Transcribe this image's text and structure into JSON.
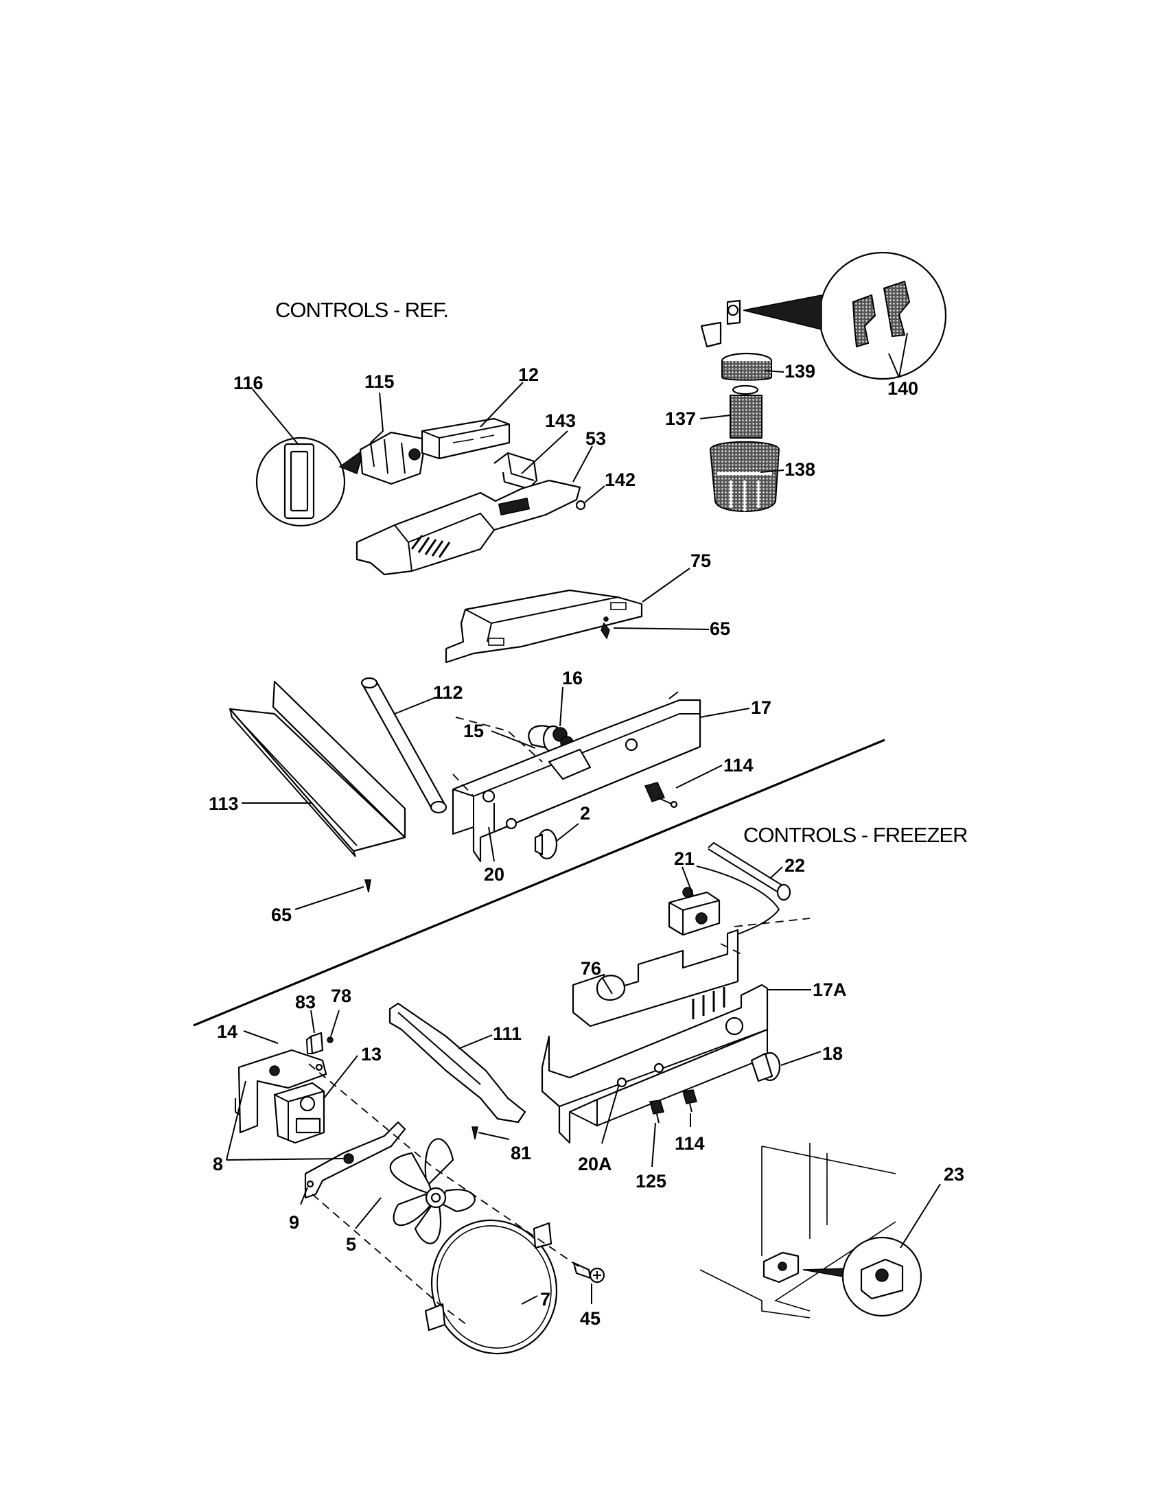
{
  "sections": {
    "ref_title": "CONTROLS - REF.",
    "freezer_title": "CONTROLS - FREEZER"
  },
  "callouts": {
    "c116": "116",
    "c115": "115",
    "c12": "12",
    "c143": "143",
    "c53": "53",
    "c142": "142",
    "c139": "139",
    "c140": "140",
    "c137": "137",
    "c138": "138",
    "c75": "75",
    "c65a": "65",
    "c112": "112",
    "c16": "16",
    "c17": "17",
    "c15": "15",
    "c114a": "114",
    "c113": "113",
    "c2": "2",
    "c20": "20",
    "c65b": "65",
    "c21": "21",
    "c22": "22",
    "c76": "76",
    "c17a": "17A",
    "c83": "83",
    "c78": "78",
    "c111": "111",
    "c14": "14",
    "c13": "13",
    "c18": "18",
    "c8": "8",
    "c81": "81",
    "c20a": "20A",
    "c114b": "114",
    "c125": "125",
    "c9": "9",
    "c5": "5",
    "c23": "23",
    "c7": "7",
    "c45": "45"
  }
}
